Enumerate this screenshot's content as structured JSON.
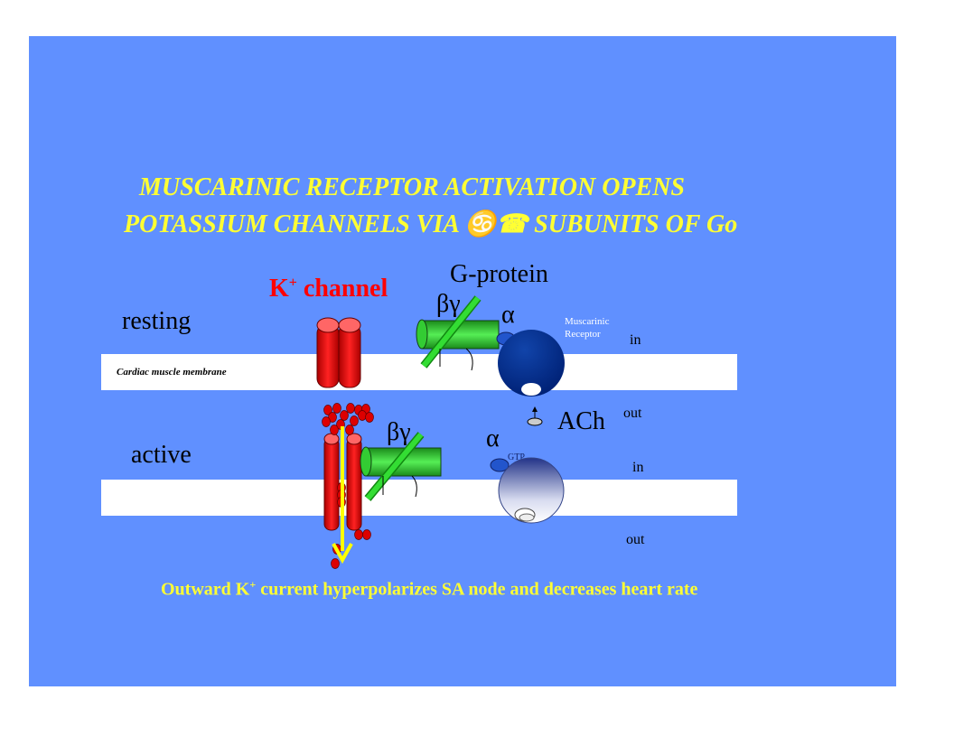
{
  "title": {
    "line1": "MUSCARINIC RECEPTOR ACTIVATION OPENS",
    "line2_prefix": "POTASSIUM CHANNELS VIA",
    "line2_symbols": "♋☎",
    "line2_suffix": "SUBUNITS OF Go"
  },
  "labels": {
    "k_channel_k": "K",
    "k_channel_sup": "+",
    "k_channel_text": "channel",
    "g_protein": "G-protein",
    "beta_gamma_top": "βγ",
    "alpha_top": "α",
    "muscarinic_receptor_1": "Muscarinic",
    "muscarinic_receptor_2": "Receptor",
    "resting": "resting",
    "active": "active",
    "in_top": "in",
    "out_top": "out",
    "in_bottom": "in",
    "out_bottom": "out",
    "membrane": "Cardiac muscle membrane",
    "ach": "ACh",
    "beta_gamma_bottom": "βγ",
    "alpha_bottom": "α",
    "gtp": "GTP"
  },
  "caption": {
    "prefix": "Outward K",
    "sup": "+",
    "suffix": "current hyperpolarizes SA node and decreases heart rate"
  },
  "colors": {
    "background": "#6090FF",
    "title": "#FFFF33",
    "membrane": "#FFFFFF",
    "channel": "#EE1111",
    "beta_gamma": "#33CC33",
    "alpha": "#2255CC",
    "receptor": "#003399",
    "k_ion": "#DD0000",
    "arrow": "#FFFF00"
  }
}
